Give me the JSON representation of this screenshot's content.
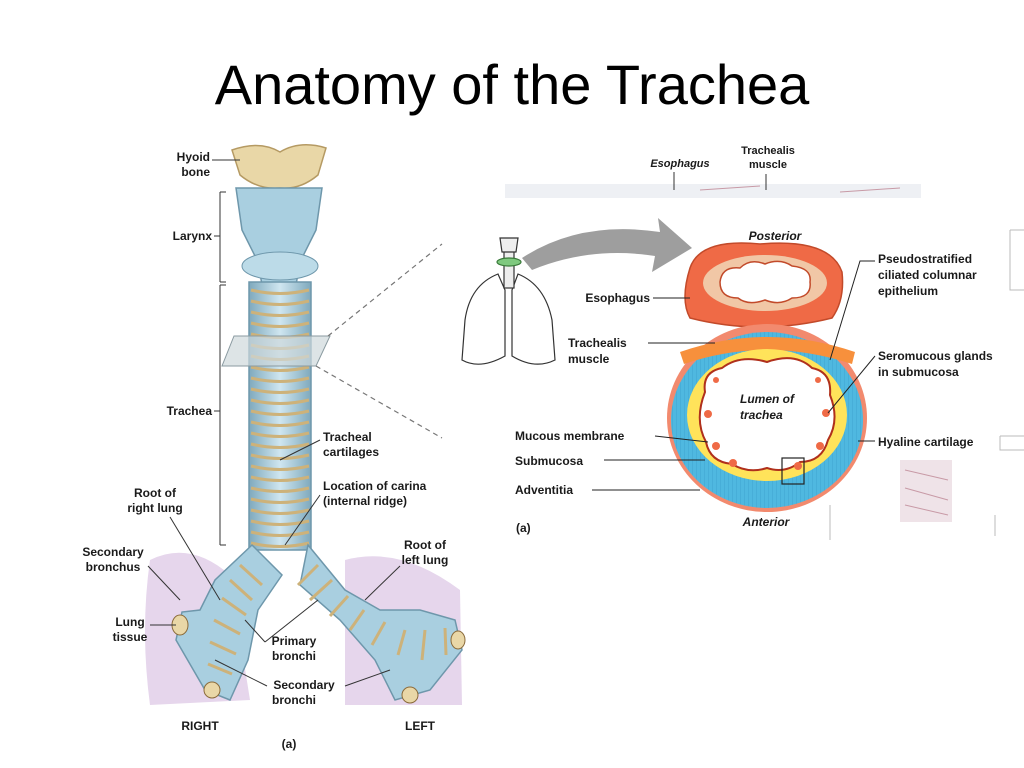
{
  "slide": {
    "title": "Anatomy of the Trachea"
  },
  "left_figure": {
    "labels": {
      "hyoid_1": "Hyoid",
      "hyoid_2": "bone",
      "larynx": "Larynx",
      "trachea": "Trachea",
      "tracheal_cart_1": "Tracheal",
      "tracheal_cart_2": "cartilages",
      "carina_1": "Location of carina",
      "carina_2": "(internal ridge)",
      "root_right_1": "Root of",
      "root_right_2": "right lung",
      "root_left_1": "Root of",
      "root_left_2": "left lung",
      "sec_bronchus_1": "Secondary",
      "sec_bronchus_2": "bronchus",
      "lung_tissue_1": "Lung",
      "lung_tissue_2": "tissue",
      "primary_1": "Primary",
      "primary_2": "bronchi",
      "secondary_1": "Secondary",
      "secondary_2": "bronchi",
      "right": "RIGHT",
      "left": "LEFT",
      "panel": "(a)"
    }
  },
  "right_figure": {
    "labels": {
      "esophagus_top": "Esophagus",
      "trachealis_top_1": "Trachealis",
      "trachealis_top_2": "muscle",
      "posterior": "Posterior",
      "pseudo_1": "Pseudostratified",
      "pseudo_2": "ciliated columnar",
      "pseudo_3": "epithelium",
      "esophagus": "Esophagus",
      "trachealis_1": "Trachealis",
      "trachealis_2": "muscle",
      "seromucous_1": "Seromucous glands",
      "seromucous_2": "in submucosa",
      "lumen_1": "Lumen of",
      "lumen_2": "trachea",
      "mucous": "Mucous membrane",
      "submucosa": "Submucosa",
      "hyaline": "Hyaline cartilage",
      "adventitia": "Adventitia",
      "anterior": "Anterior",
      "panel": "(a)"
    }
  },
  "colors": {
    "cartilage_blue": "#a9cfe0",
    "bone_tan": "#e9d7a7",
    "esophagus_red": "#ef6a46",
    "hyaline_cyan": "#4fb8e0",
    "submucosa_yellow": "#ffe35a",
    "lung_purple": "#e6d6ec"
  }
}
